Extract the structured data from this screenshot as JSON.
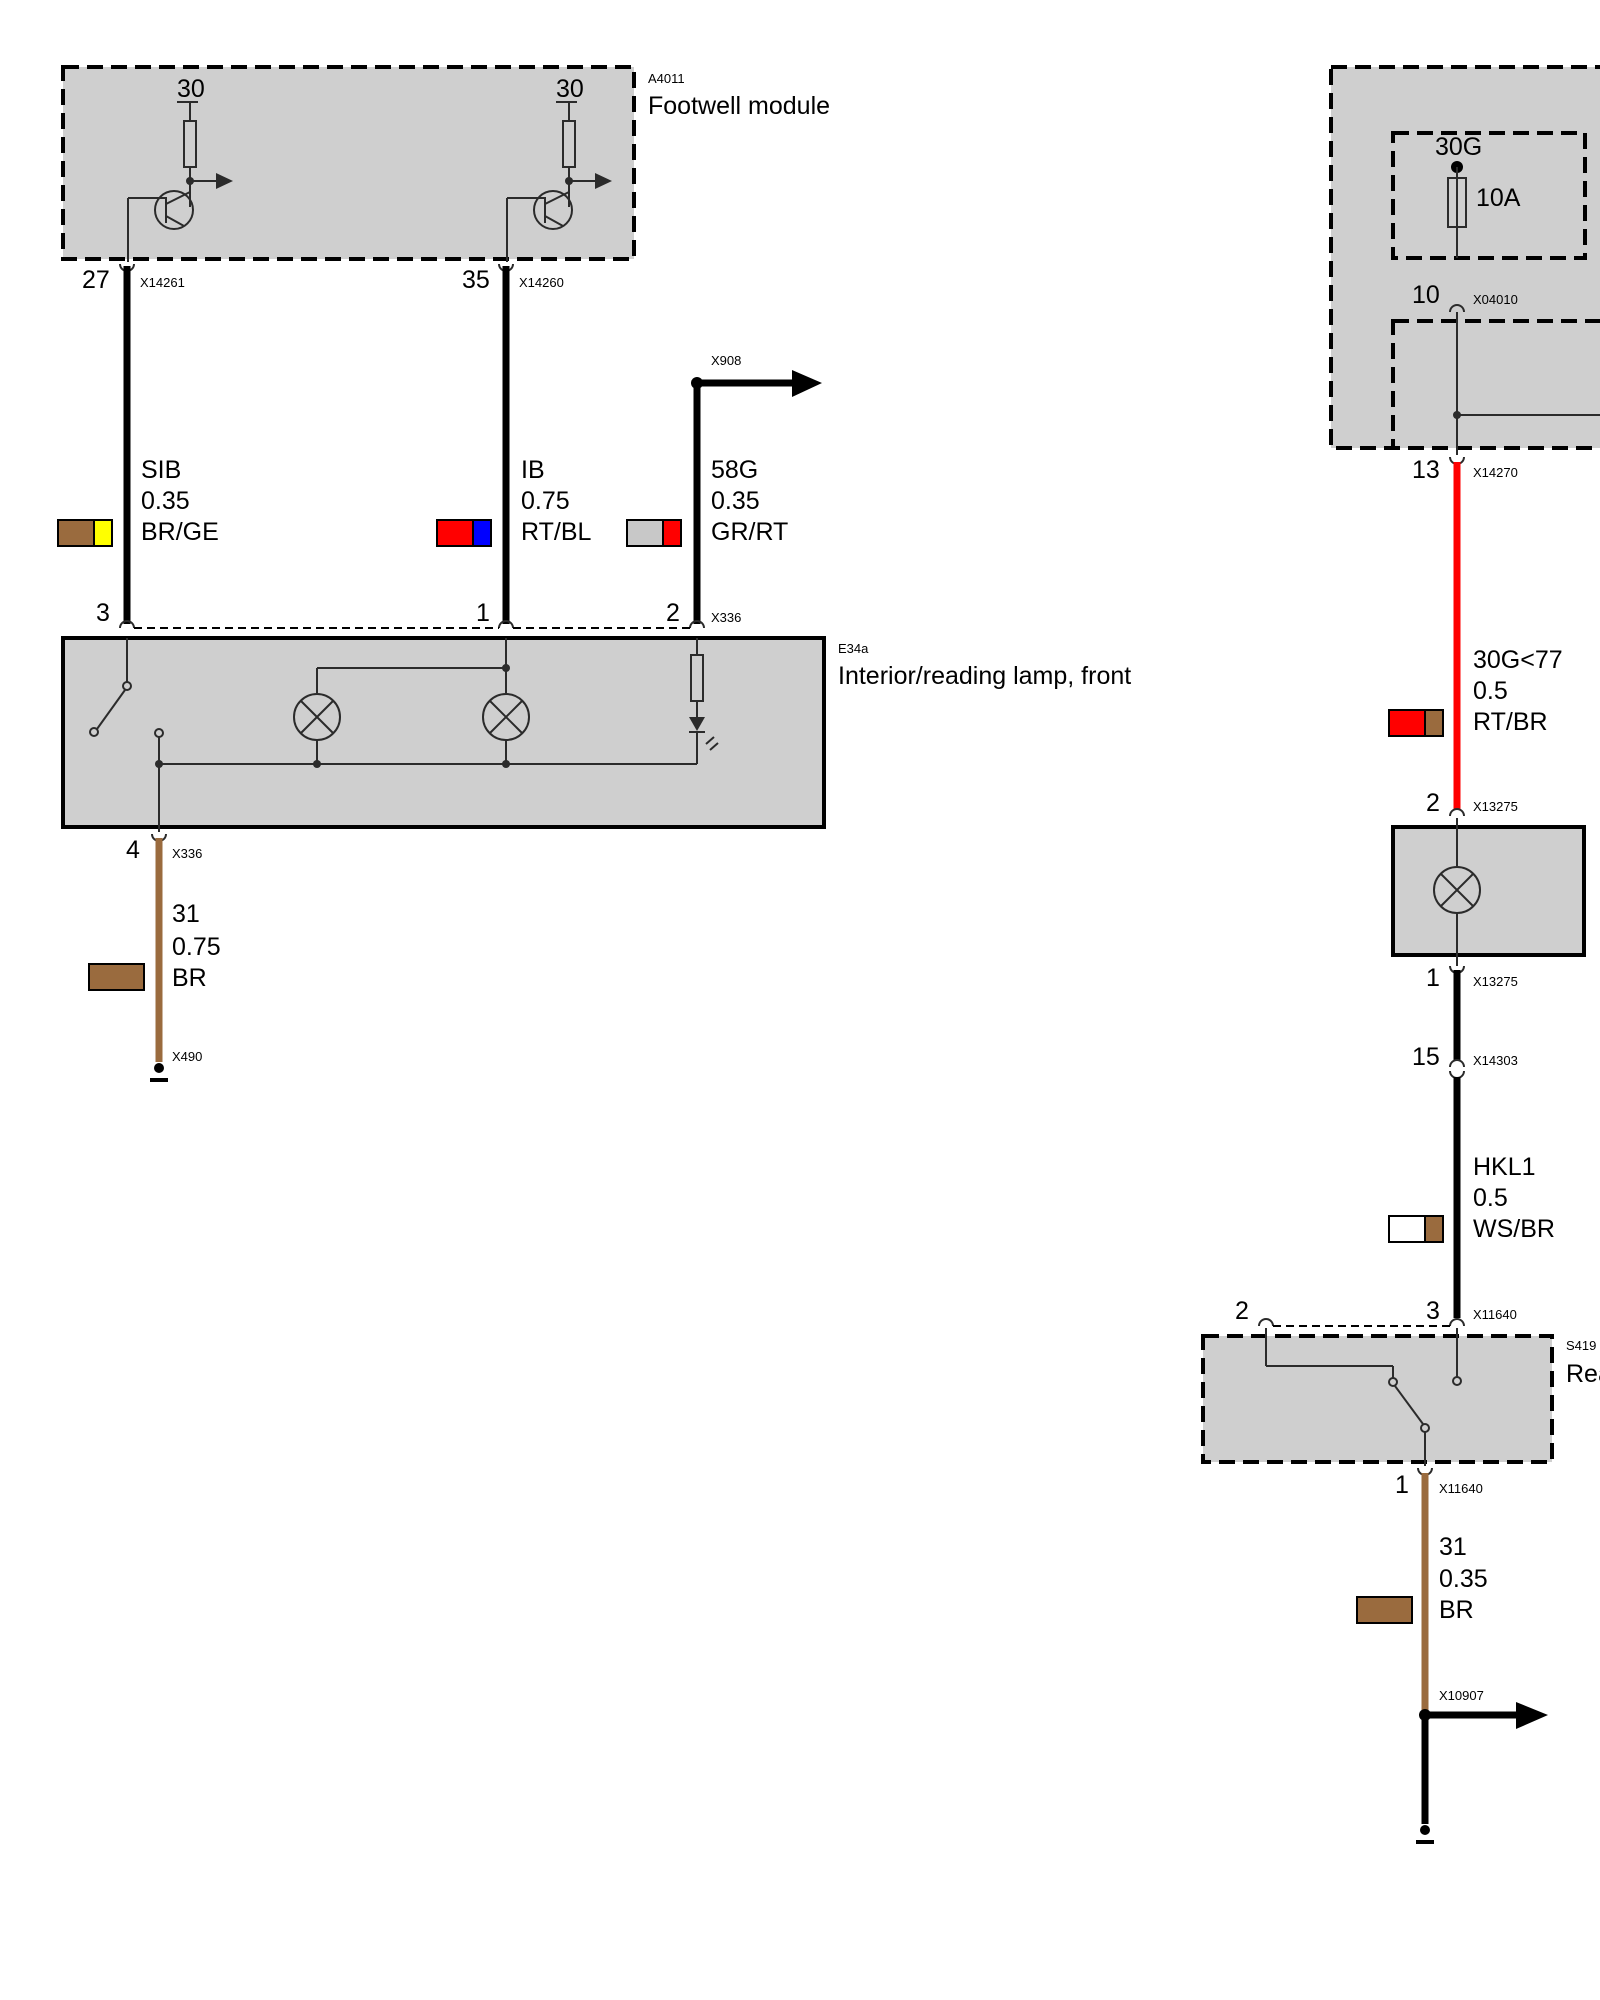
{
  "colors": {
    "black": "#000000",
    "module_fill": "#cfcfcf",
    "brown_BR": "#9a6b3e",
    "yellow_GE": "#ffff00",
    "red_RT": "#ff0000",
    "blue_BL": "#0000ff",
    "grey_GR": "#c8c8c8",
    "white_WS": "#ffffff"
  },
  "components": {
    "footwell": {
      "id": "A4011",
      "name": "Footwell module",
      "supply_left": "30",
      "supply_right": "30"
    },
    "lamp_front": {
      "id": "E34a",
      "name": "Interior/reading lamp, front"
    },
    "switch_rear": {
      "id": "S419",
      "name": "Rea"
    },
    "fuse": {
      "terminal": "30G",
      "rating": "10A"
    }
  },
  "pins": {
    "fw_27": "27",
    "fw_35": "35",
    "lamp_3": "3",
    "lamp_1": "1",
    "lamp_2": "2",
    "lamp_4": "4",
    "fuse_10": "10",
    "mod_13": "13",
    "rl_2": "2",
    "rl_1": "1",
    "conn_15": "15",
    "sw_2": "2",
    "sw_3": "3",
    "sw_1": "1"
  },
  "connectors": {
    "x14261": "X14261",
    "x14260": "X14260",
    "x908": "X908",
    "x336_top": "X336",
    "x336_bottom": "X336",
    "x490": "X490",
    "x04010": "X04010",
    "x14270": "X14270",
    "x13275_top": "X13275",
    "x13275_bottom": "X13275",
    "x14303": "X14303",
    "x11640_top": "X11640",
    "x11640_bottom": "X11640",
    "x10907": "X10907"
  },
  "wires": {
    "sib": {
      "signal": "SIB",
      "gauge": "0.35",
      "color": "BR/GE"
    },
    "ib": {
      "signal": "IB",
      "gauge": "0.75",
      "color": "RT/BL"
    },
    "g58": {
      "signal": "58G",
      "gauge": "0.35",
      "color": "GR/RT"
    },
    "gnd_front": {
      "signal": "31",
      "gauge": "0.75",
      "color": "BR"
    },
    "g30": {
      "signal": "30G<77",
      "gauge": "0.5",
      "color": "RT/BR"
    },
    "hkl1": {
      "signal": "HKL1",
      "gauge": "0.5",
      "color": "WS/BR"
    },
    "gnd_rear": {
      "signal": "31",
      "gauge": "0.35",
      "color": "BR"
    }
  }
}
